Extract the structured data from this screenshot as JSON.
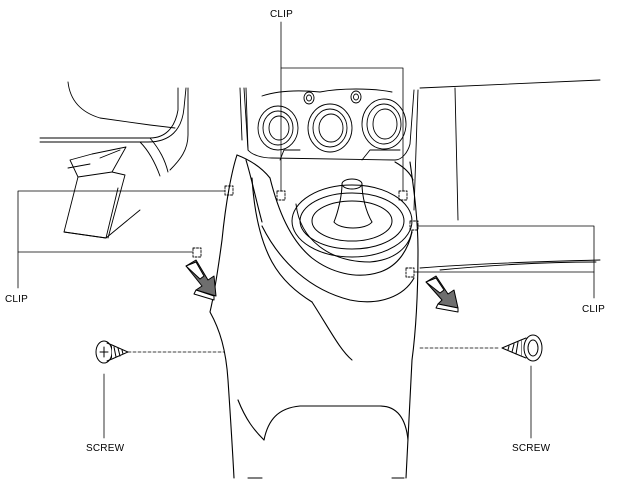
{
  "labels": {
    "clip_top": "CLIP",
    "clip_left": "CLIP",
    "clip_right": "CLIP",
    "screw_left": "SCREW",
    "screw_right": "SCREW"
  },
  "colors": {
    "line": "#000000",
    "background": "#ffffff",
    "arrow_fill": "#6e6e6e"
  }
}
